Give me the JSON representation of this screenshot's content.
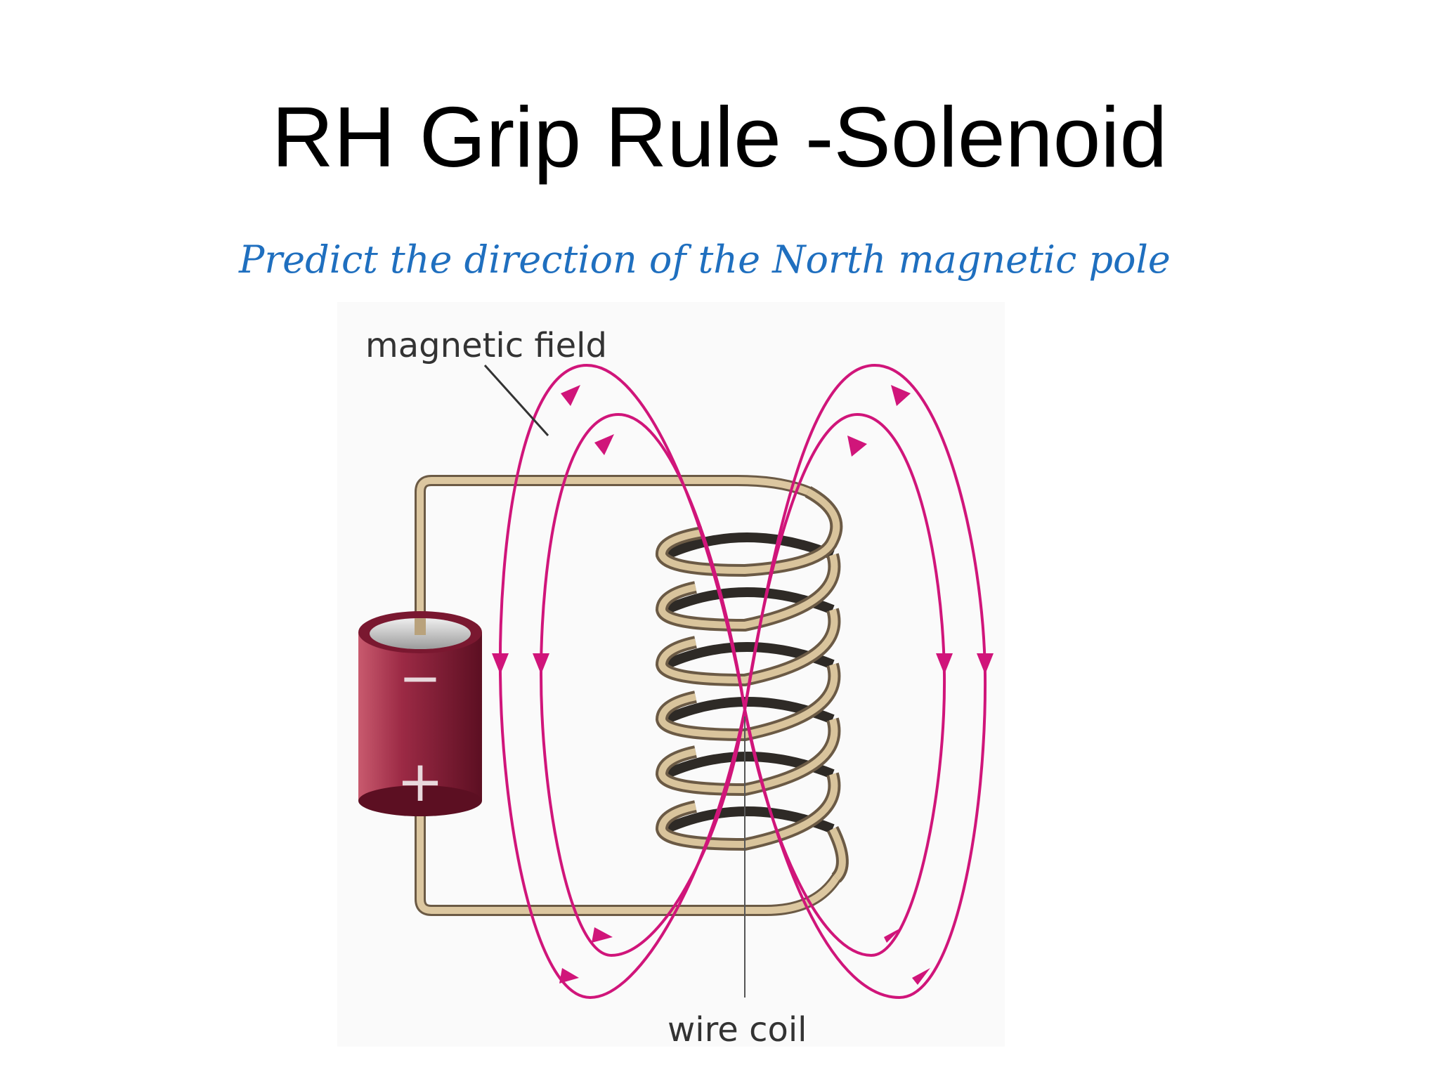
{
  "slide": {
    "title": "RH Grip Rule -Solenoid",
    "subtitle": "Predict the direction of the North magnetic pole"
  },
  "diagram": {
    "labels": {
      "magnetic_field": "magnetic field",
      "wire_coil": "wire coil"
    },
    "battery": {
      "negative_symbol": "−",
      "positive_symbol": "+"
    },
    "colors": {
      "field_lines": "#d0157a",
      "wire": "#d8c4a0",
      "wire_dark": "#3a3530",
      "battery_body": "#8a1e3a",
      "subtitle": "#1f6fbf"
    }
  }
}
